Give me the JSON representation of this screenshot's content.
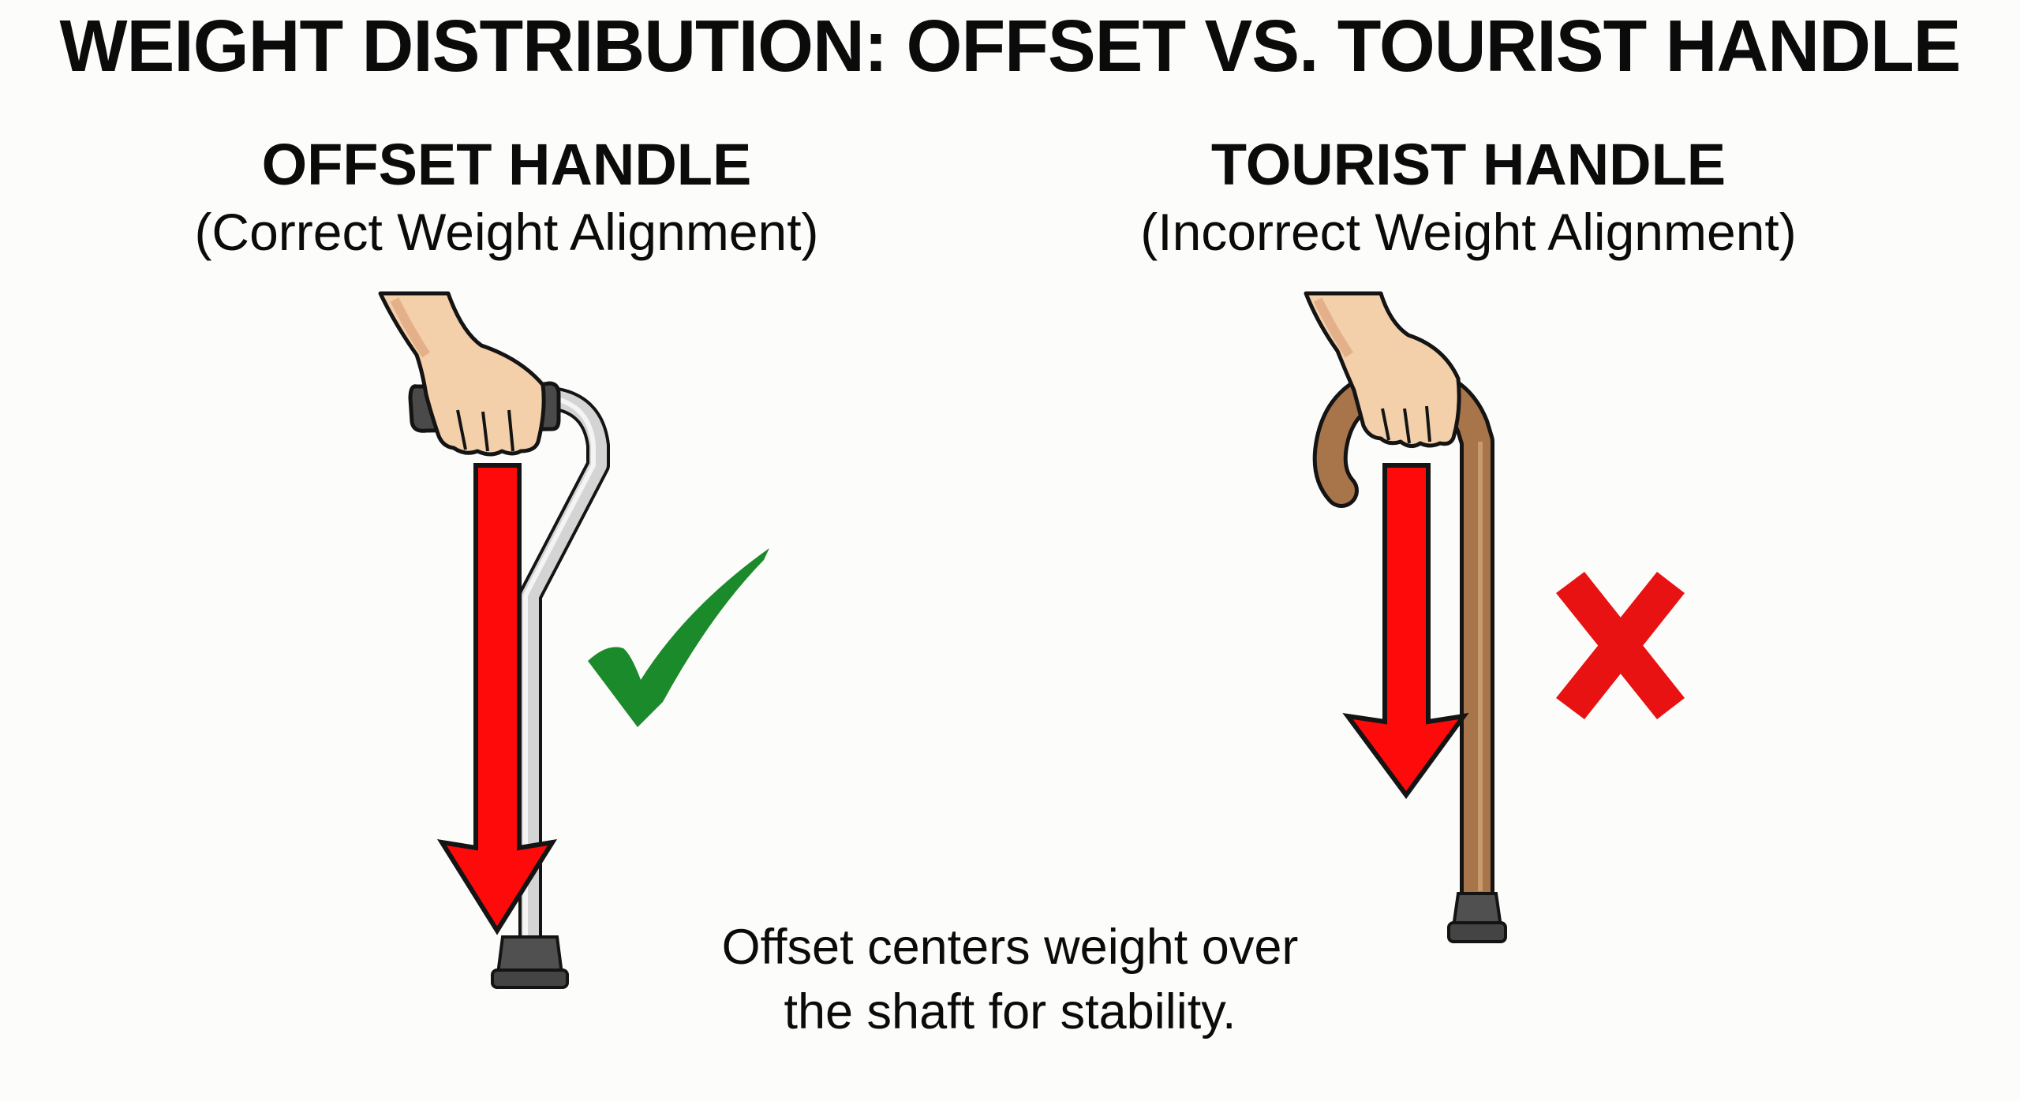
{
  "title": "WEIGHT DISTRIBUTION: OFFSET VS. TOURIST HANDLE",
  "panels": [
    {
      "heading": "OFFSET HANDLE",
      "subheading": "(Correct Weight Alignment)",
      "verdict": "correct",
      "verdict_icon": "checkmark-icon",
      "cane_material": "aluminum",
      "colors": {
        "cane": "#c8c8c8",
        "grip": "#4a4a4a",
        "arrow": "#ff0000",
        "verdict": "#1a8a2a"
      }
    },
    {
      "heading": "TOURIST HANDLE",
      "subheading": "(Incorrect Weight Alignment)",
      "verdict": "incorrect",
      "verdict_icon": "x-mark-icon",
      "cane_material": "wood",
      "colors": {
        "cane": "#a8744a",
        "grip": "#a8744a",
        "arrow": "#ff0000",
        "verdict": "#e81212"
      }
    }
  ],
  "caption": {
    "line1": "Offset centers weight over",
    "line2": "the shaft for stability."
  },
  "colors": {
    "background": "#fcfcfa",
    "skin": "#f3cfaa",
    "skin_shadow": "#e4b08a",
    "outline": "#141414",
    "rubber_tip": "#4d4d4d"
  }
}
